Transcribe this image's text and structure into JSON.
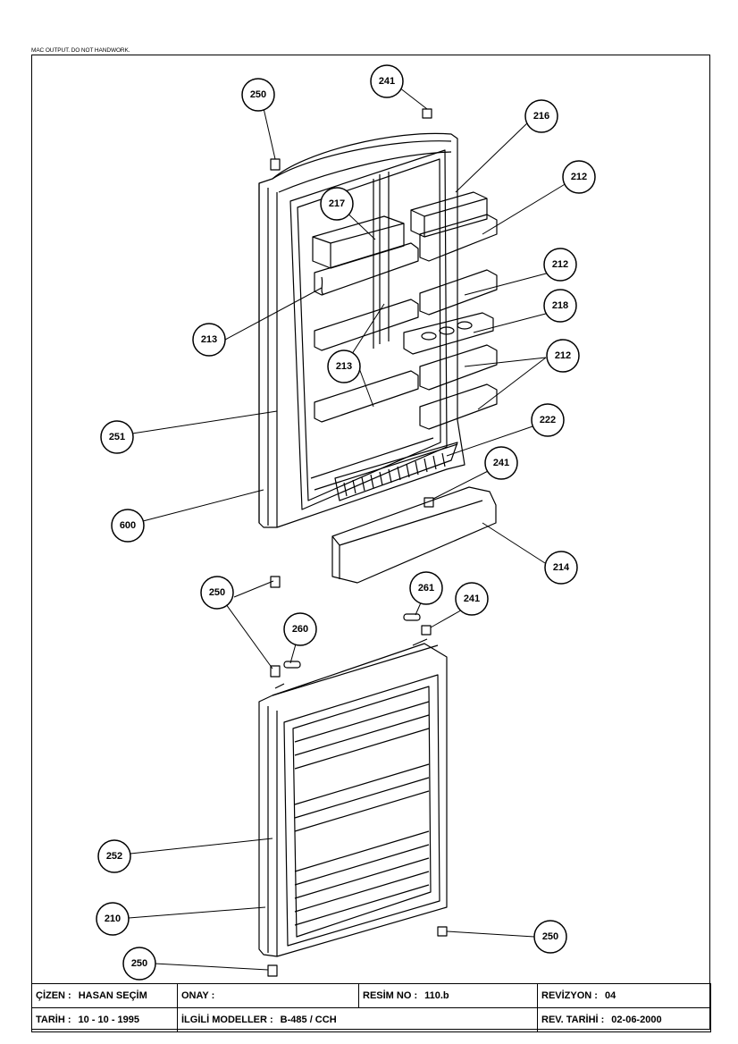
{
  "header_note": "MAC OUTPUT. DO NOT HANDWORK.",
  "callouts": [
    {
      "label": "250"
    },
    {
      "label": "241"
    },
    {
      "label": "216"
    },
    {
      "label": "212"
    },
    {
      "label": "217"
    },
    {
      "label": "212"
    },
    {
      "label": "218"
    },
    {
      "label": "213"
    },
    {
      "label": "213"
    },
    {
      "label": "212"
    },
    {
      "label": "251"
    },
    {
      "label": "222"
    },
    {
      "label": "241"
    },
    {
      "label": "600"
    },
    {
      "label": "214"
    },
    {
      "label": "250"
    },
    {
      "label": "261"
    },
    {
      "label": "241"
    },
    {
      "label": "260"
    },
    {
      "label": "252"
    },
    {
      "label": "210"
    },
    {
      "label": "250"
    },
    {
      "label": "250"
    }
  ],
  "title_block": {
    "drawn_by_label": "ÇİZEN :",
    "drawn_by_value": "HASAN SEÇİM",
    "approval_label": "ONAY :",
    "approval_value": "",
    "drawing_no_label": "RESİM NO :",
    "drawing_no_value": "110.b",
    "revision_label": "REVİZYON :",
    "revision_value": "04",
    "date_label": "TARİH :",
    "date_value": "10 - 10 - 1995",
    "models_label": "İLGİLİ MODELLER :",
    "models_value": "B-485 / CCH",
    "rev_date_label": "REV. TARİHİ :",
    "rev_date_value": "02-06-2000"
  }
}
